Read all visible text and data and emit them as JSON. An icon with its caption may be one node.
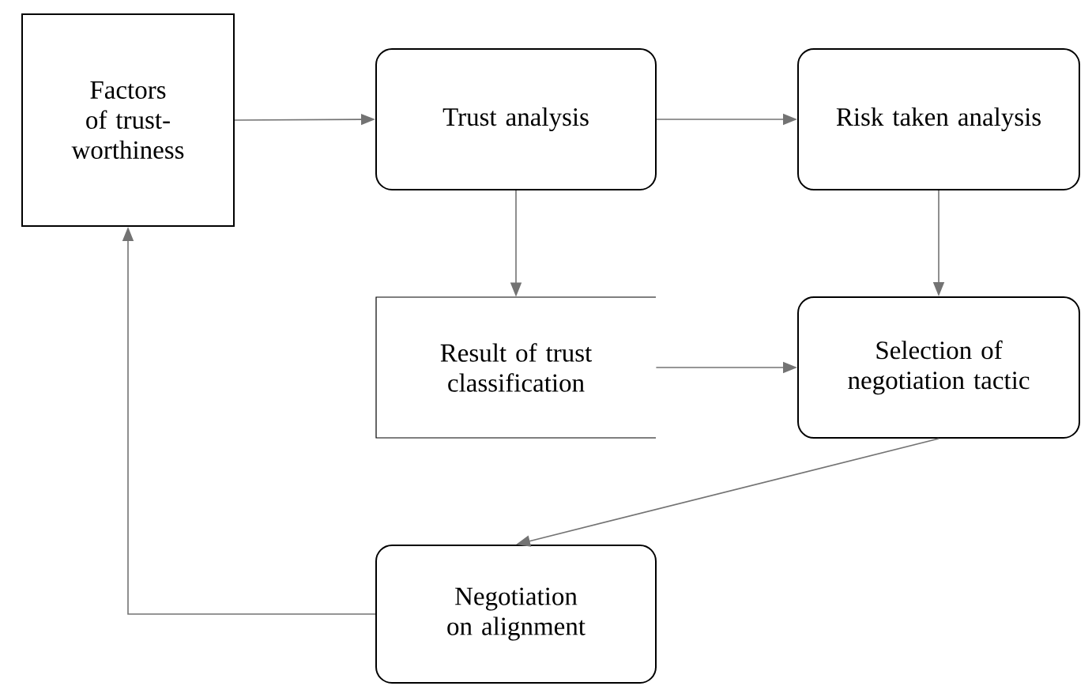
{
  "diagram": {
    "nodes": [
      {
        "text": [
          "Factors of trust- worthiness"
        ]
      },
      {
        "text": [
          "Trust analysis"
        ]
      },
      {
        "text": [
          "Risk taken analysis"
        ]
      },
      {
        "text": [
          "Result of trust classification"
        ]
      },
      {
        "text": [
          "Selection of negotiation tactic"
        ]
      },
      {
        "text": [
          "Negotiation on alignment"
        ]
      }
    ],
    "edges": [
      {
        "from": 0,
        "to": 1,
        "arrow": "to"
      },
      {
        "from": 1,
        "to": 2,
        "arrow": "to"
      },
      {
        "from": 1,
        "to": 3,
        "arrow": "to"
      },
      {
        "from": 2,
        "to": 4,
        "arrow": "to"
      },
      {
        "from": 3,
        "to": 4,
        "arrow": "to"
      },
      {
        "from": 4,
        "to": 5,
        "arrow": "to"
      },
      {
        "from": 5,
        "to": 0,
        "arrow": "to"
      }
    ]
  }
}
